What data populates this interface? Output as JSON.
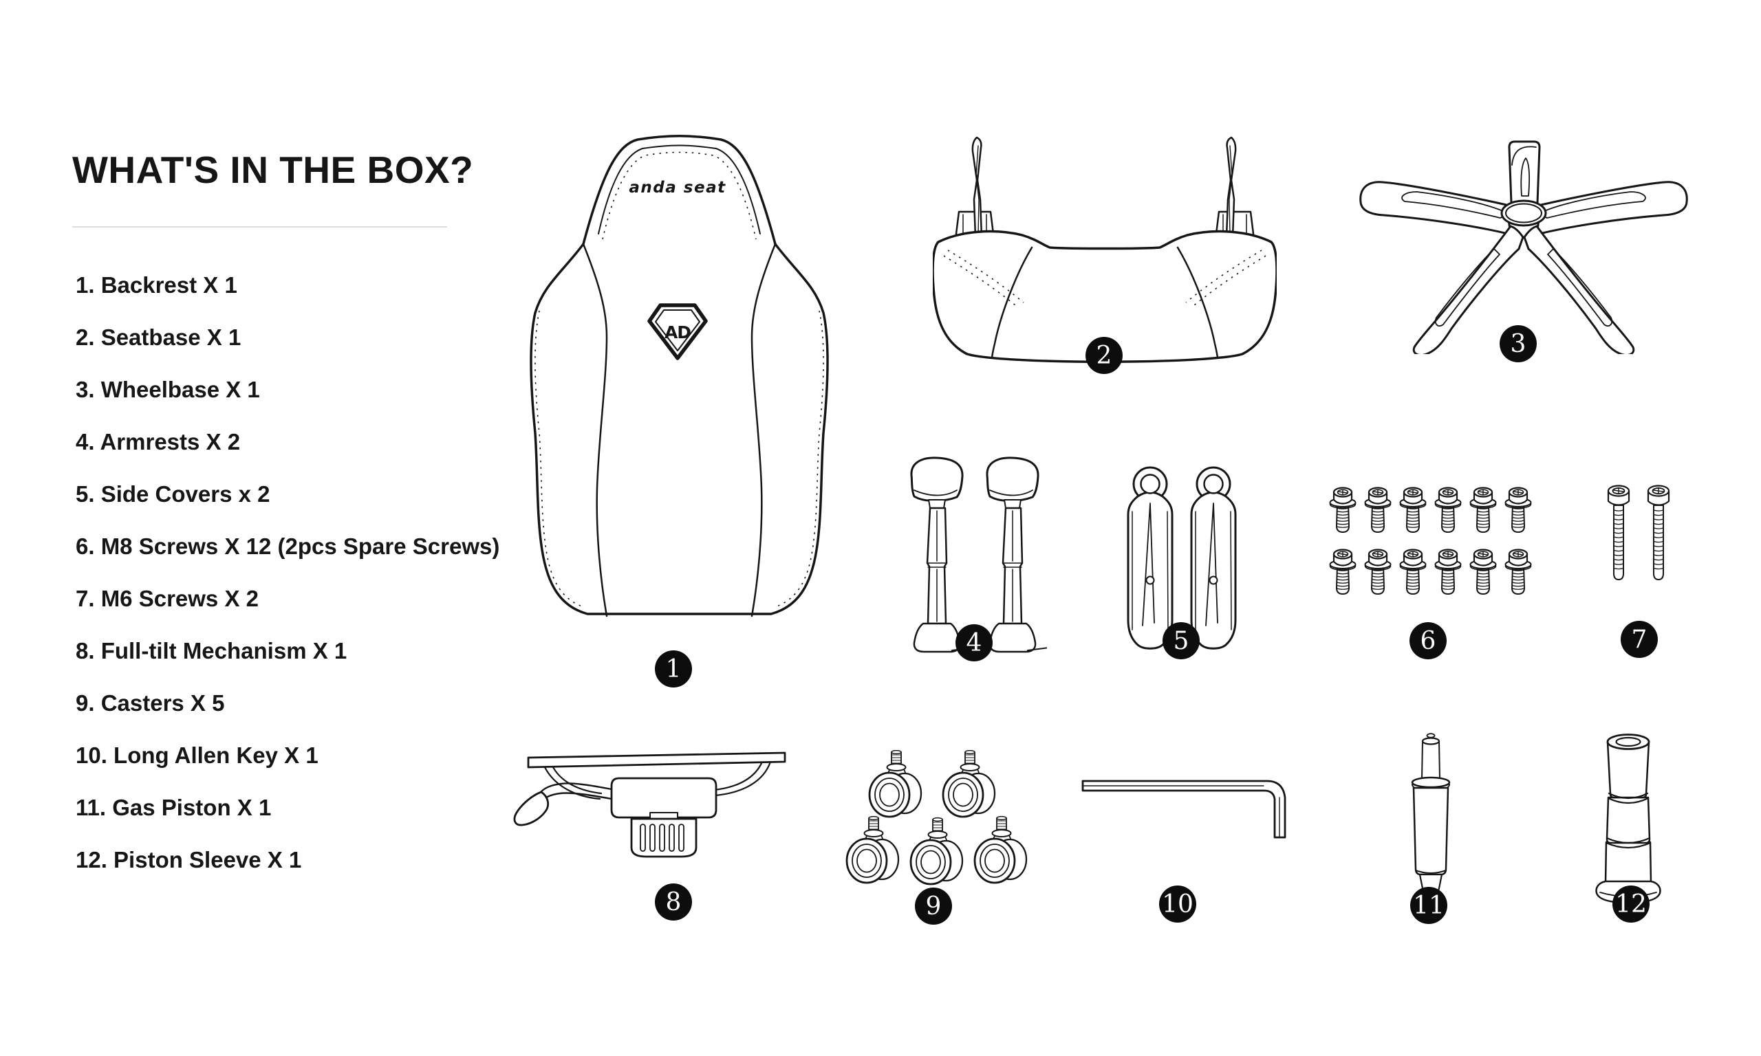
{
  "page": {
    "title": "WHAT'S IN THE BOX?"
  },
  "parts_list": {
    "items": [
      {
        "label": "1. Backrest X 1"
      },
      {
        "label": "2. Seatbase X 1"
      },
      {
        "label": "3. Wheelbase X 1"
      },
      {
        "label": "4. Armrests X 2"
      },
      {
        "label": "5. Side Covers x 2"
      },
      {
        "label": "6. M8 Screws X 12 (2pcs Spare Screws)"
      },
      {
        "label": "7. M6 Screws X 2"
      },
      {
        "label": "8. Full-tilt Mechanism X 1"
      },
      {
        "label": "9. Casters X 5"
      },
      {
        "label": "10. Long Allen Key X 1"
      },
      {
        "label": "11. Gas Piston X 1"
      },
      {
        "label": "12. Piston Sleeve X 1"
      }
    ]
  },
  "diagram": {
    "badges": [
      "1",
      "2",
      "3",
      "4",
      "5",
      "6",
      "7",
      "8",
      "9",
      "10",
      "11",
      "12"
    ],
    "backrest": {
      "brand_text": "anda seat",
      "emblem_monogram": "AD"
    }
  },
  "colors": {
    "background": "#ffffff",
    "text": "#161616",
    "line": "#161616",
    "divider": "#dedede",
    "badge_bg": "#0d0d0d",
    "badge_text": "#ffffff"
  }
}
